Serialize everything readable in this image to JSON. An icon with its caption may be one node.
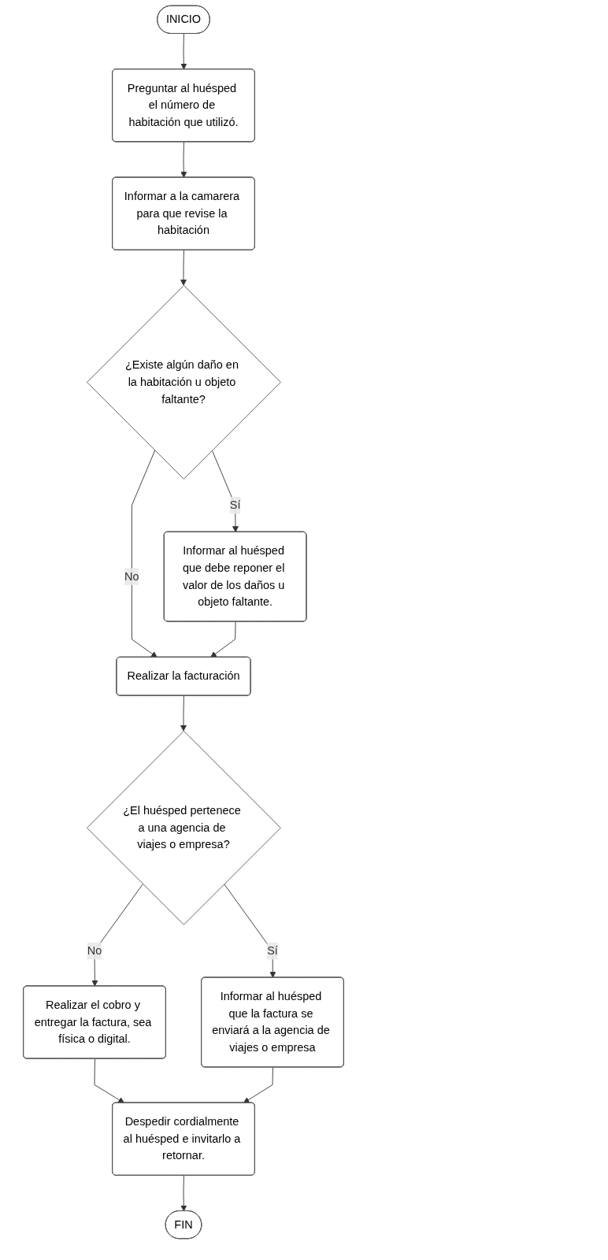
{
  "diagram": {
    "nodes": [
      {
        "text": [
          "INICIO"
        ]
      },
      {
        "text": [
          "Preguntar al huésped el número de habitación que utilizó."
        ]
      },
      {
        "text": [
          "Informar a la camarera para que revise la habitación"
        ]
      },
      {
        "text": [
          "¿Existe algún daño en la habitación u objeto faltante?"
        ]
      },
      {
        "text": [
          "Informar al huésped que debe reponer el valor de los daños u objeto faltante."
        ]
      },
      {
        "text": [
          "Realizar la facturación"
        ]
      },
      {
        "text": [
          "¿El huésped pertenece a una agencia de viajes o empresa?"
        ]
      },
      {
        "text": [
          "Informar al huésped que la factura se enviará a la agencia de viajes o empresa"
        ]
      },
      {
        "text": [
          "Realizar el cobro y entregar la factura, sea física o digital."
        ]
      },
      {
        "text": [
          "Despedir cordialmente al huésped e invitarlo a retornar."
        ]
      },
      {
        "text": [
          "FIN"
        ]
      }
    ],
    "edges": [
      {
        "from": 0,
        "to": 1,
        "arrow": "to"
      },
      {
        "from": 1,
        "to": 2,
        "arrow": "to"
      },
      {
        "from": 2,
        "to": 3,
        "arrow": "to"
      },
      {
        "from": 3,
        "to": 4,
        "arrow": "to",
        "label": "Sí"
      },
      {
        "from": 3,
        "to": 5,
        "arrow": "to",
        "label": "No"
      },
      {
        "from": 4,
        "to": 5,
        "arrow": "to"
      },
      {
        "from": 5,
        "to": 6,
        "arrow": "to"
      },
      {
        "from": 6,
        "to": 7,
        "arrow": "to",
        "label": "Sí"
      },
      {
        "from": 6,
        "to": 8,
        "arrow": "to",
        "label": "No"
      },
      {
        "from": 8,
        "to": 9,
        "arrow": "to"
      },
      {
        "from": 7,
        "to": 9,
        "arrow": "to"
      },
      {
        "from": 9,
        "to": 10,
        "arrow": "to"
      }
    ]
  }
}
